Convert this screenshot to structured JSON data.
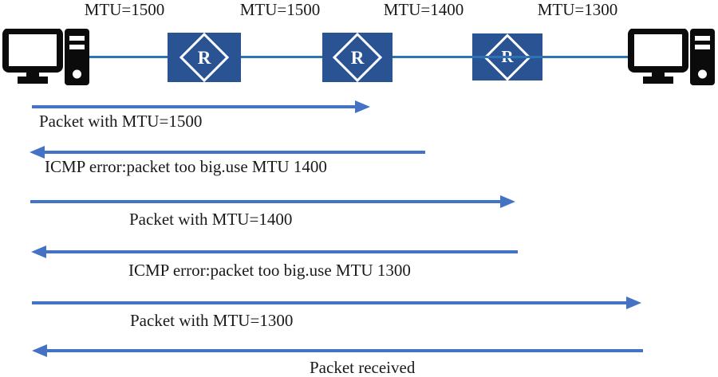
{
  "colors": {
    "arrow_blue": "#4472C4",
    "link_line_blue": "#2E74B5",
    "router_fill_blue": "#2A5394",
    "host_icon_black": "#0B0B0B",
    "text_black": "#1A1A1A"
  },
  "link_labels": [
    "MTU=1500",
    "MTU=1500",
    "MTU=1400",
    "MTU=1300"
  ],
  "routers": [
    {
      "label": "R"
    },
    {
      "label": "R"
    },
    {
      "label": "R"
    }
  ],
  "hosts": [
    {
      "name": "sender-computer"
    },
    {
      "name": "receiver-computer"
    }
  ],
  "messages": [
    {
      "direction": "right",
      "label": "Packet with MTU=1500"
    },
    {
      "direction": "left",
      "label": "ICMP error:packet too big.use MTU 1400"
    },
    {
      "direction": "right",
      "label": "Packet with MTU=1400"
    },
    {
      "direction": "left",
      "label": "ICMP error:packet too big.use MTU 1300"
    },
    {
      "direction": "right",
      "label": "Packet with MTU=1300"
    },
    {
      "direction": "left",
      "label": "Packet received"
    }
  ]
}
